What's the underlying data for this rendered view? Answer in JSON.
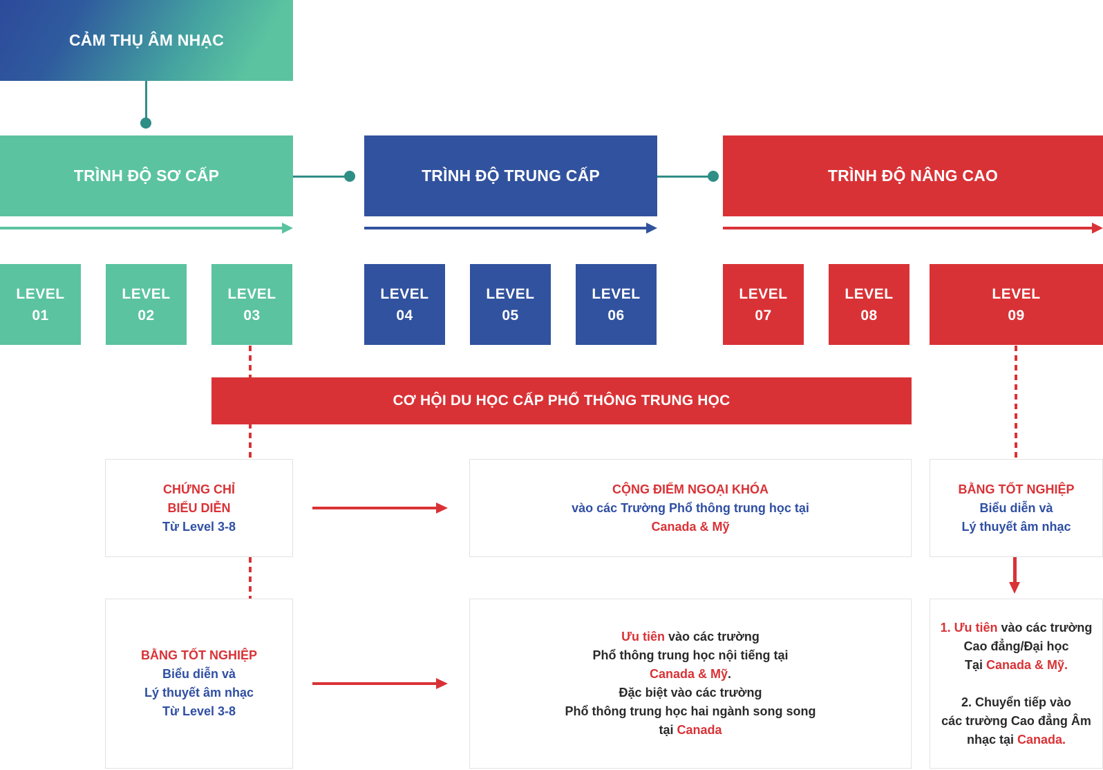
{
  "colors": {
    "green": "#5bc3a0",
    "blue": "#31529e",
    "red": "#d93236",
    "connector": "#2f8e86"
  },
  "top": {
    "title": "CẢM THỤ ÂM NHẠC"
  },
  "stages": [
    {
      "title": "TRÌNH ĐỘ SƠ CẤP"
    },
    {
      "title": "TRÌNH ĐỘ TRUNG CẤP"
    },
    {
      "title": "TRÌNH ĐỘ NÂNG CAO"
    }
  ],
  "levels": [
    {
      "label": "LEVEL",
      "num": "01"
    },
    {
      "label": "LEVEL",
      "num": "02"
    },
    {
      "label": "LEVEL",
      "num": "03"
    },
    {
      "label": "LEVEL",
      "num": "04"
    },
    {
      "label": "LEVEL",
      "num": "05"
    },
    {
      "label": "LEVEL",
      "num": "06"
    },
    {
      "label": "LEVEL",
      "num": "07"
    },
    {
      "label": "LEVEL",
      "num": "08"
    },
    {
      "label": "LEVEL",
      "num": "09"
    }
  ],
  "banner": {
    "title": "CƠ HỘI DU HỌC CẤP PHỔ THÔNG TRUNG HỌC"
  },
  "boxes": {
    "cert": {
      "line1": "CHỨNG CHỈ",
      "line2": "BIỂU DIỄN",
      "line3": "Từ Level 3-8"
    },
    "extra": {
      "line1": "CỘNG ĐIỂM NGOẠI KHÓA",
      "line2": "vào các Trường Phổ thông trung học tại",
      "line3": "Canada & Mỹ"
    },
    "grad9": {
      "line1": "BẰNG TỐT NGHIỆP",
      "line2": "Biểu diễn và",
      "line3": "Lý thuyết âm nhạc"
    },
    "grad38": {
      "line1": "BẰNG TỐT NGHIỆP",
      "line2": "Biểu diễn và",
      "line3": "Lý thuyết âm nhạc",
      "line4": "Từ Level 3-8"
    },
    "priority": {
      "l1a": "Ưu tiên",
      "l1b": " vào các trường",
      "l2": "Phổ thông trung học nội tiếng tại",
      "l3": "Canada & Mỹ",
      "l3b": ".",
      "l4": "Đặc biệt vào các trường",
      "l5": "Phổ thông trung học hai ngành song song",
      "l6a": "tại ",
      "l6b": "Canada"
    },
    "outcome": {
      "l1a": "1. Ưu tiên",
      "l1b": " vào các trường",
      "l2": "Cao đẳng/Đại học",
      "l3a": "Tại ",
      "l3b": "Canada & Mỹ.",
      "l4": "2. Chuyển tiếp vào",
      "l5": "các trường Cao đẳng Âm",
      "l6a": "nhạc tại ",
      "l6b": "Canada."
    }
  }
}
